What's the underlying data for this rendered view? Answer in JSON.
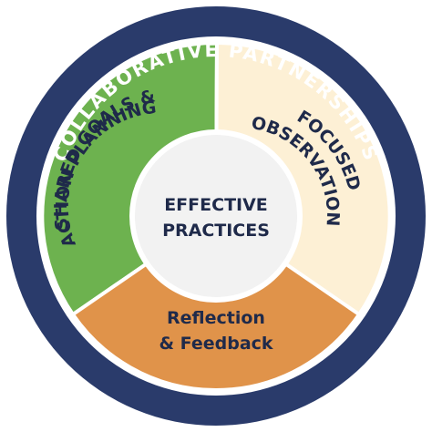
{
  "diagram": {
    "outer_ring_text": "COLLABORATIVE PARTNERSHIPS",
    "center": {
      "line1": "EFFECTIVE",
      "line2": "PRACTICES"
    },
    "segments": [
      {
        "id": "goals",
        "line1": "SHARED GOALS &",
        "line2": "ACTION PLANNING",
        "color": "#6db24f"
      },
      {
        "id": "observation",
        "line1": "FOCUSED",
        "line2": "OBSERVATION",
        "color": "#fdf0d5"
      },
      {
        "id": "reflection",
        "line1": "Reflection",
        "line2": "& Feedback",
        "color": "#e0934a"
      }
    ],
    "colors": {
      "outer_ring": "#2a3b6b",
      "inner_border": "#ffffff",
      "center_fill": "#f2f2f2",
      "text_dark": "#1f2a4a",
      "ring_text": "#ffffff"
    }
  }
}
